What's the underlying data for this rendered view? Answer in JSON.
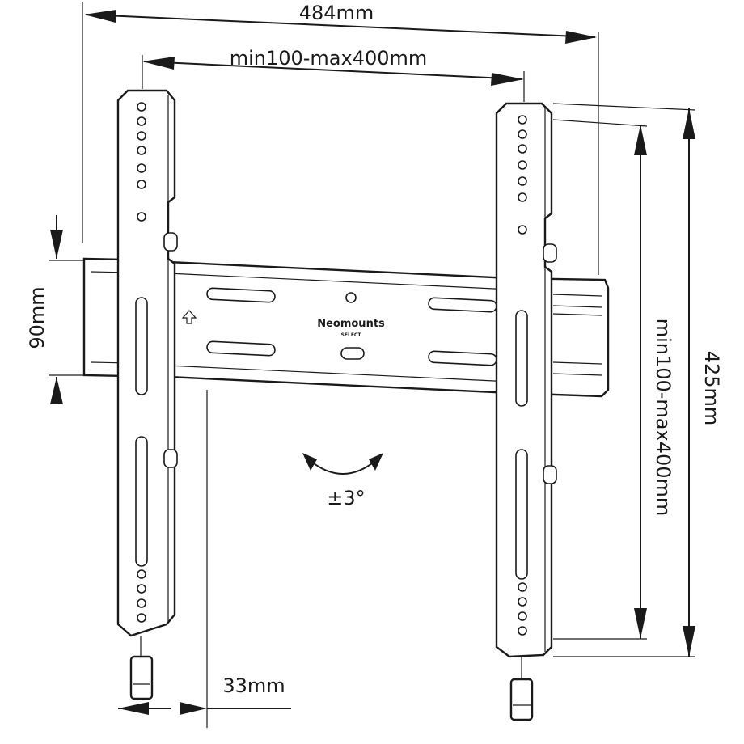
{
  "dimensions": {
    "overall_width": "484mm",
    "vesa_horizontal": "min100-max400mm",
    "vesa_vertical": "min100-max400mm",
    "overall_height": "425mm",
    "rail_height": "90mm",
    "wall_distance": "33mm",
    "tilt": "±3°"
  },
  "brand": {
    "name": "Neomounts",
    "tagline": "SELECT"
  }
}
